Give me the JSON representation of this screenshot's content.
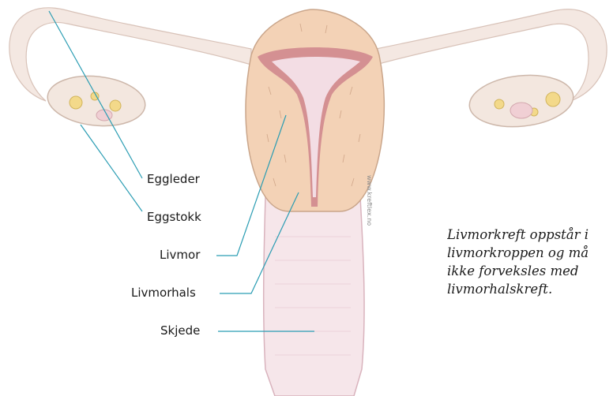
{
  "labels": {
    "eggleder": "Eggleder",
    "eggstokk": "Eggstokk",
    "livmor": "Livmor",
    "livmorhals": "Livmorhals",
    "skjede": "Skjede"
  },
  "caption": [
    "Livmorkreft oppstår i",
    "livmorkroppen og må",
    "ikke forveksles med",
    "livmorhalskreft."
  ],
  "credit": "www.kreftlex.no",
  "colors": {
    "tissue": "#f3d2b6",
    "tissue_outline": "#c9a58a",
    "lining": "#c97a86",
    "inner": "#f3dde4",
    "vagina": "#f6e6ea",
    "tube": "#f4e8e2",
    "leader_line": "#2b9db3",
    "ovary_fill": "#f3e7df"
  }
}
